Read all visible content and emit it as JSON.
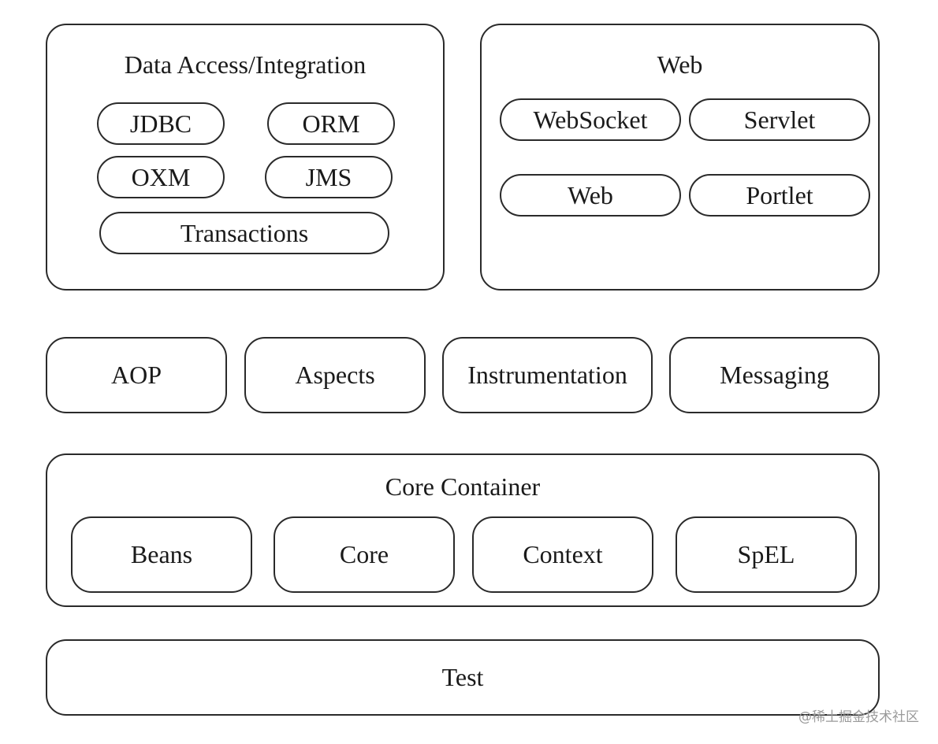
{
  "data_access": {
    "title": "Data Access/Integration",
    "items": [
      "JDBC",
      "ORM",
      "OXM",
      "JMS",
      "Transactions"
    ]
  },
  "web": {
    "title": "Web",
    "items": [
      "WebSocket",
      "Servlet",
      "Web",
      "Portlet"
    ]
  },
  "middle_row": [
    "AOP",
    "Aspects",
    "Instrumentation",
    "Messaging"
  ],
  "core_container": {
    "title": "Core Container",
    "items": [
      "Beans",
      "Core",
      "Context",
      "SpEL"
    ]
  },
  "test": "Test",
  "watermark": "@稀土掘金技术社区"
}
